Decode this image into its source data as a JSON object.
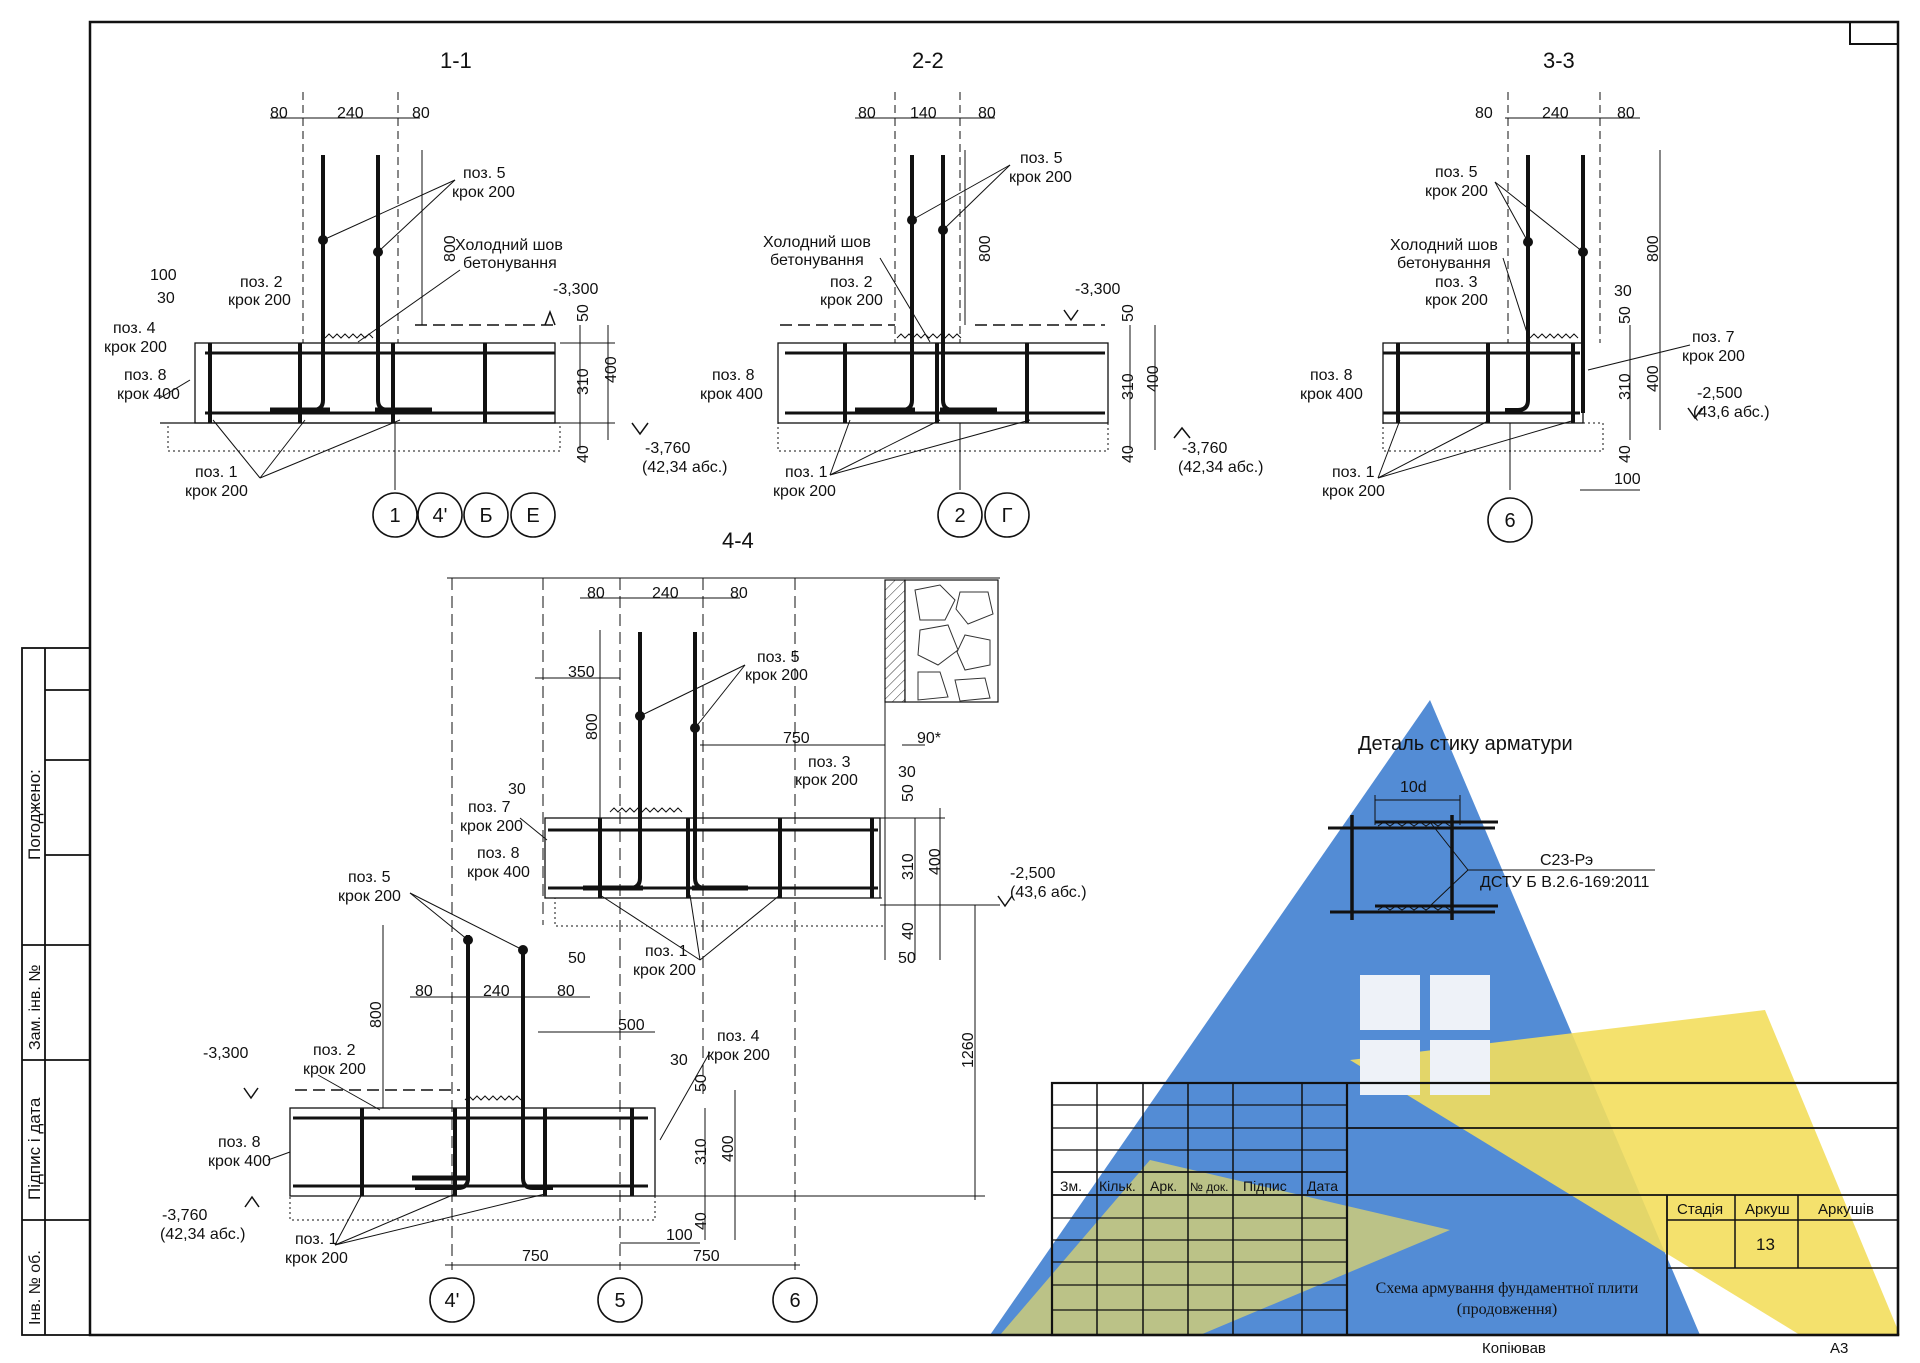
{
  "sections": [
    {
      "title": "1-1",
      "top_dims": [
        "80",
        "240",
        "80"
      ],
      "vert_dims": [
        "800",
        "50",
        "310",
        "400",
        "40"
      ],
      "left_dims": [
        "100",
        "30"
      ],
      "labels": [
        {
          "a": "поз. 5",
          "b": "крок 200"
        },
        {
          "a": "Холодний шов",
          "b": "бетонування"
        },
        {
          "a": "поз. 2",
          "b": "крок 200"
        },
        {
          "a": "поз. 4",
          "b": "крок 200"
        },
        {
          "a": "поз. 8",
          "b": "крок 400"
        },
        {
          "a": "поз. 1",
          "b": "крок 200"
        }
      ],
      "level_top": "-3,300",
      "level_bottom": "-3,760",
      "level_bottom_abs": "(42,34 абс.)",
      "axes": [
        "1",
        "4'",
        "Б",
        "Е"
      ]
    },
    {
      "title": "2-2",
      "top_dims": [
        "80",
        "140",
        "80"
      ],
      "vert_dims": [
        "800",
        "50",
        "310",
        "400",
        "40"
      ],
      "labels": [
        {
          "a": "поз. 5",
          "b": "крок 200"
        },
        {
          "a": "Холодний шов",
          "b": "бетонування"
        },
        {
          "a": "поз. 2",
          "b": "крок 200"
        },
        {
          "a": "поз. 8",
          "b": "крок 400"
        },
        {
          "a": "поз. 1",
          "b": "крок 200"
        }
      ],
      "level_top": "-3,300",
      "level_bottom": "-3,760",
      "level_bottom_abs": "(42,34 абс.)",
      "axes": [
        "2",
        "Г"
      ]
    },
    {
      "title": "3-3",
      "top_dims": [
        "80",
        "240",
        "80"
      ],
      "vert_dims": [
        "800",
        "30",
        "50",
        "310",
        "400",
        "40",
        "100"
      ],
      "labels": [
        {
          "a": "поз. 5",
          "b": "крок 200"
        },
        {
          "a": "Холодний шов",
          "b": "бетонування"
        },
        {
          "a": "поз. 3",
          "b": "крок 200"
        },
        {
          "a": "поз. 7",
          "b": "крок 200"
        },
        {
          "a": "поз. 8",
          "b": "крок 400"
        },
        {
          "a": "поз. 1",
          "b": "крок 200"
        }
      ],
      "level_top": "-2,500",
      "level_top_abs": "(43,6 абс.)",
      "axes": [
        "6"
      ]
    }
  ],
  "section44": {
    "title": "4-4",
    "upper_top_dims": [
      "80",
      "240",
      "80"
    ],
    "upper_dims": [
      "350",
      "800",
      "750",
      "90*",
      "30",
      "30",
      "50",
      "310",
      "400",
      "40",
      "50",
      "50"
    ],
    "upper_labels": [
      {
        "a": "поз. 5",
        "b": "крок 200"
      },
      {
        "a": "поз. 3",
        "b": "крок 200"
      },
      {
        "a": "поз. 7",
        "b": "крок 200"
      },
      {
        "a": "поз. 8",
        "b": "крок 400"
      },
      {
        "a": "поз. 1",
        "b": "крок 200"
      }
    ],
    "upper_level": "-2,500",
    "upper_level_abs": "(43,6 абс.)",
    "lower_top_dims": [
      "80",
      "240",
      "80"
    ],
    "lower_dims": [
      "800",
      "500",
      "30",
      "50",
      "310",
      "400",
      "40",
      "100",
      "1260"
    ],
    "lower_labels": [
      {
        "a": "поз. 5",
        "b": "крок 200"
      },
      {
        "a": "поз. 2",
        "b": "крок 200"
      },
      {
        "a": "поз. 4",
        "b": "крок 200"
      },
      {
        "a": "поз. 8",
        "b": "крок 400"
      },
      {
        "a": "поз. 1",
        "b": "крок 200"
      }
    ],
    "lower_level_top": "-3,300",
    "lower_level_bottom": "-3,760",
    "lower_level_bottom_abs": "(42,34 абс.)",
    "bottom_dims": [
      "750",
      "750"
    ],
    "axes": [
      "4'",
      "5",
      "6"
    ]
  },
  "detail": {
    "title": "Деталь стику арматури",
    "dim": "10d",
    "note1": "С23-Рэ",
    "note2": "ДСТУ Б В.2.6-169:2011"
  },
  "side_stamp": {
    "agreed": "Погоджено:",
    "replace": "Зам. інв. №",
    "sign_date": "Підпис і дата",
    "inv_orig": "Інв. № об."
  },
  "title_block": {
    "cols": [
      "Зм.",
      "Кільк.",
      "Арк.",
      "№ док.",
      "Підпис",
      "Дата"
    ],
    "stage": "Стадія",
    "sheet": "Аркуш",
    "sheets": "Аркушів",
    "sheet_num": "13",
    "title_line1": "Схема армування фундаментної плити",
    "title_line2": "(продовження)",
    "copied": "Копіював",
    "format": "А3"
  },
  "watermark": {
    "colors": [
      "#3f7fd0",
      "#f2d94c"
    ]
  }
}
